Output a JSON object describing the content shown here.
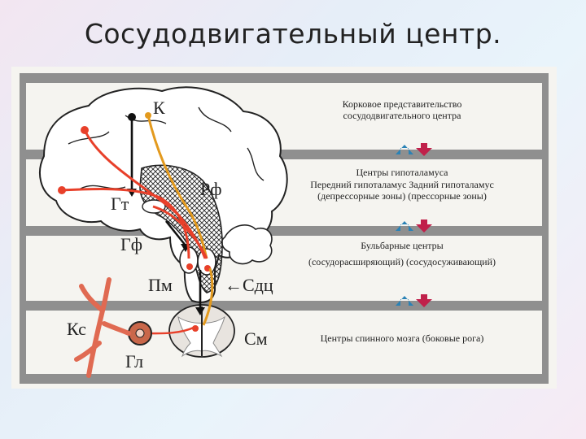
{
  "slide": {
    "title": "Сосудодвигательный центр."
  },
  "diagram": {
    "structure_labels": {
      "k": "К",
      "rf": "Рф",
      "gt": "Гт",
      "gf": "Гф",
      "pm": "Пм",
      "sdc": "←Сдц",
      "sm": "См",
      "ks": "Кс",
      "gl": "Гл"
    },
    "levels": [
      {
        "lines": [
          "Корковое представительство",
          "сосудодвигательного центра"
        ]
      },
      {
        "lines": [
          "Центры гипоталамуса",
          "Передний гипоталамус   Задний гипоталамус",
          "(депрессорные зоны)      (прессорные зоны)"
        ]
      },
      {
        "lines": [
          "Бульбарные центры",
          "(сосудорасширяющий)  (сосудосуживающий)"
        ]
      },
      {
        "lines": [
          "Центры спинного мозга (боковые рога)"
        ]
      }
    ],
    "colors": {
      "pathway_excitatory": "#e8402a",
      "pathway_pressor": "#e39a1e",
      "pathway_main": "#111111",
      "arrow_up": "#2a82b6",
      "arrow_down": "#c0204a",
      "band": "#8f8f8f"
    }
  }
}
